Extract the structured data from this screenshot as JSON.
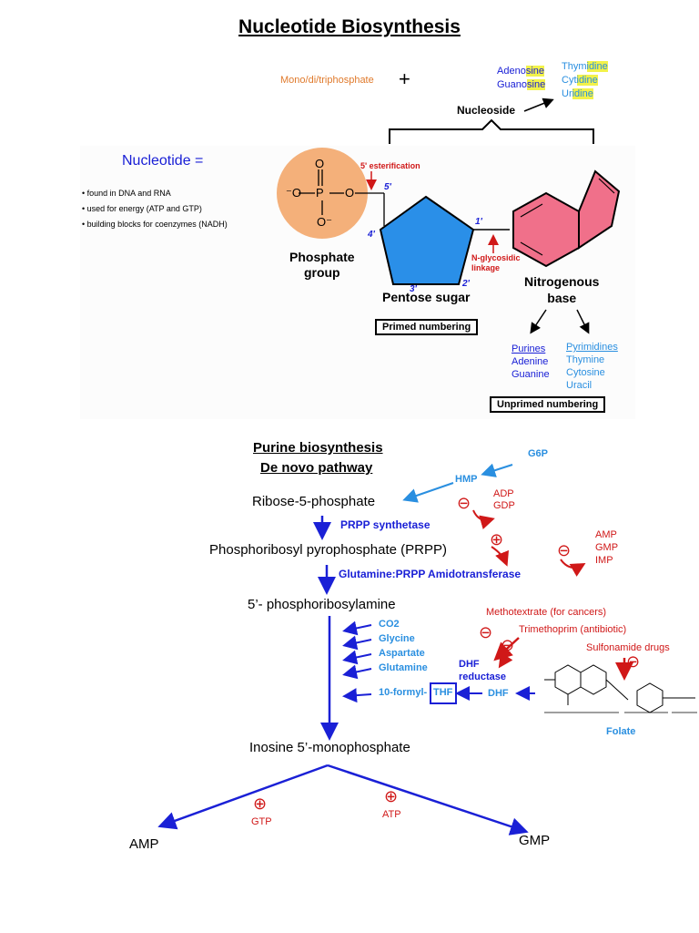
{
  "title": "Nucleotide Biosynthesis",
  "top": {
    "mono": "Mono/di/triphosphate",
    "plus": "+",
    "purine_nucleosides": [
      [
        "Adeno",
        "sine"
      ],
      [
        "Guano",
        "sine"
      ]
    ],
    "pyrimidine_nucleosides": [
      [
        "Thym",
        "idine"
      ],
      [
        "Cyt",
        "idine"
      ],
      [
        "Ur",
        "idine"
      ]
    ],
    "nucleoside_label": "Nucleoside"
  },
  "nucleotide": {
    "heading": "Nucleotide =",
    "bullets": [
      "found in DNA and RNA",
      "used for energy (ATP and GTP)",
      "building blocks for coenzymes (NADH)"
    ]
  },
  "structure": {
    "phosphate_group": "Phosphate\ngroup",
    "esterification": "5' esterification",
    "glycosidic": "N-glycosidic\nlinkage",
    "pentose": "Pentose sugar",
    "nitrogenous": "Nitrogenous\nbase",
    "primed_box": "Primed numbering",
    "unprimed_box": "Unprimed numbering",
    "primes": {
      "p5": "5'",
      "p4": "4'",
      "p3": "3'",
      "p2": "2'",
      "p1": "1'"
    },
    "atoms": {
      "O_top": "O",
      "O_left": "O",
      "P": "P",
      "O_right": "O",
      "O_bottom": "O"
    },
    "purines": [
      "Purines",
      "Adenine",
      "Guanine"
    ],
    "pyrimidines": [
      "Pyrimidines",
      "Thymine",
      "Cytosine",
      "Uracil"
    ]
  },
  "pathway": {
    "heading1": "Purine biosynthesis",
    "heading2": "De novo pathway",
    "g6p": "G6P",
    "hmp": "HMP",
    "r5p": "Ribose-5-phosphate",
    "adp": "ADP",
    "gdp": "GDP",
    "prpp_synthetase": "PRPP synthetase",
    "prpp": "Phosphoribosyl pyrophosphate (PRPP)",
    "amp": "AMP",
    "gmp": "GMP",
    "imp": "IMP",
    "amidotransferase": "Glutamine:PRPP Amidotransferase",
    "pra": "5’- phosphoribosylamine",
    "inputs": [
      "CO2",
      "Glycine",
      "Aspartate",
      "Glutamine"
    ],
    "formyl": "10-formyl-",
    "thf": "THF",
    "dhf_reductase": "DHF\nreductase",
    "dhf": "DHF",
    "methotrexate": "Methotextrate (for cancers)",
    "trimethoprim": "Trimethoprim (antibiotic)",
    "sulfonamide": "Sulfonamide drugs",
    "folate": "Folate",
    "imp_full": "Inosine 5’-monophosphate",
    "gtp": "GTP",
    "atp": "ATP",
    "amp_out": "AMP",
    "gmp_out": "GMP"
  },
  "colors": {
    "dark_blue": "#1a20d6",
    "light_blue": "#2a8fe0",
    "red": "#d01818",
    "orange": "#f4b07a",
    "pentagon": "#2a8fe8",
    "base": "#f0708a"
  }
}
